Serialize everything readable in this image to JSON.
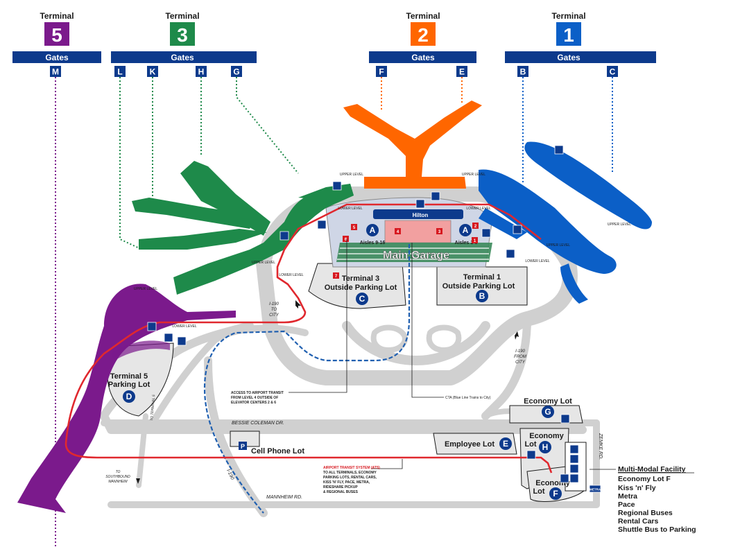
{
  "terminals": {
    "t5": {
      "label": "Terminal",
      "number": "5",
      "gates_label": "Gates",
      "gates": [
        "M"
      ],
      "color": "#7b1a8c"
    },
    "t3": {
      "label": "Terminal",
      "number": "3",
      "gates_label": "Gates",
      "gates": [
        "L",
        "K",
        "H",
        "G"
      ],
      "color": "#1e8a4a"
    },
    "t2": {
      "label": "Terminal",
      "number": "2",
      "gates_label": "Gates",
      "gates": [
        "F",
        "E"
      ],
      "color": "#ff6600"
    },
    "t1": {
      "label": "Terminal",
      "number": "1",
      "gates_label": "Gates",
      "gates": [
        "B",
        "C"
      ],
      "color": "#0b5fc7"
    }
  },
  "level_labels": {
    "t3_upper": "UPPER LEVEL",
    "t3_lower": "LOWER LEVEL",
    "t3_upper_left": "UPPER LEVEL",
    "t2_upper": "UPPER LEVEL",
    "t1_lower": "LOWER LEVEL",
    "t1_upper": "UPPER LEVEL",
    "t1_upper_far": "UPPER LEVEL",
    "t1_lower_right": "LOWER LEVEL",
    "t5_upper": "UPPER LEVEL",
    "t5_lower": "LOWER LEVEL",
    "t3_lower_center": "LOWER LEVEL"
  },
  "garage": {
    "name": "Main Garage",
    "hotel": "Hilton",
    "aisles_left": "Aisles 9-16",
    "aisles_right": "Aisles 1-8",
    "elevator_centers": [
      "1",
      "2",
      "3",
      "4",
      "5",
      "6",
      "7"
    ]
  },
  "lots": {
    "t3_outside": {
      "line1": "Terminal 3",
      "line2": "Outside Parking Lot",
      "letter": "C"
    },
    "t1_outside": {
      "line1": "Terminal 1",
      "line2": "Outside Parking Lot",
      "letter": "B"
    },
    "t5_parking": {
      "line1": "Terminal 5",
      "line2": "Parking Lot",
      "letter": "D"
    },
    "economy_g": {
      "line1": "Economy Lot",
      "letter": "G"
    },
    "employee": {
      "line1": "Employee Lot",
      "letter": "E"
    },
    "economy_h": {
      "line1": "Economy",
      "line2": "Lot",
      "letter": "H"
    },
    "economy_f": {
      "line1": "Economy",
      "line2": "Lot",
      "letter": "F"
    },
    "cell_phone": {
      "line1": "Cell Phone Lot",
      "icon": "P"
    },
    "garage_a_left": {
      "letter": "A"
    },
    "garage_a_right": {
      "letter": "A"
    }
  },
  "roads": {
    "i190_to_city_1": "I-190",
    "i190_to_city_2": "TO",
    "i190_to_city_3": "CITY",
    "i190_from_city_1": "I-190",
    "i190_from_city_2": "FROM",
    "i190_from_city_3": "CITY",
    "bessie": "BESSIE COLEMAN DR.",
    "mannheim": "MANNHEIM RD.",
    "zemke": "ZEMKE RD.",
    "i190": "I-190",
    "to_terminal5": "TO TERMINAL 5",
    "to_southbound_1": "TO",
    "to_southbound_2": "SOUTHBOUND",
    "to_southbound_3": "MANNHEIM"
  },
  "callouts": {
    "ats_access_1": "ACCESS TO AIRPORT TRANSIT",
    "ats_access_2": "FROM LEVEL 4 OUTSIDE OF",
    "ats_access_3": "ELEVATOR CENTERS 2 & 6",
    "cta": "CTA (Blue Line Trains to City)",
    "ats_1": "AIRPORT TRANSIT SYSTEM (ATS)",
    "ats_2": "TO ALL TERMINALS, ECONOMY",
    "ats_3": "PARKING LOTS, RENTAL CARS,",
    "ats_4": "KISS 'N' FLY, PACE, METRA,",
    "ats_5": "RIDESHARE PICKUP",
    "ats_6": "& REGIONAL BUSES"
  },
  "multimodal": {
    "title": "Multi-Modal Facility",
    "items": [
      "Economy Lot F",
      "Kiss 'n' Fly",
      "Metra",
      "Pace",
      "Regional Buses",
      "Rental Cars",
      "Shuttle Bus to Parking"
    ],
    "metra_badge": "METRA"
  },
  "colors": {
    "ats_line": "#e0282e",
    "cta_line": "#1f5fb0",
    "road": "#d0d0d0",
    "gate_box": "#0d3a8c",
    "lot_bg": "#e6e6e6"
  }
}
